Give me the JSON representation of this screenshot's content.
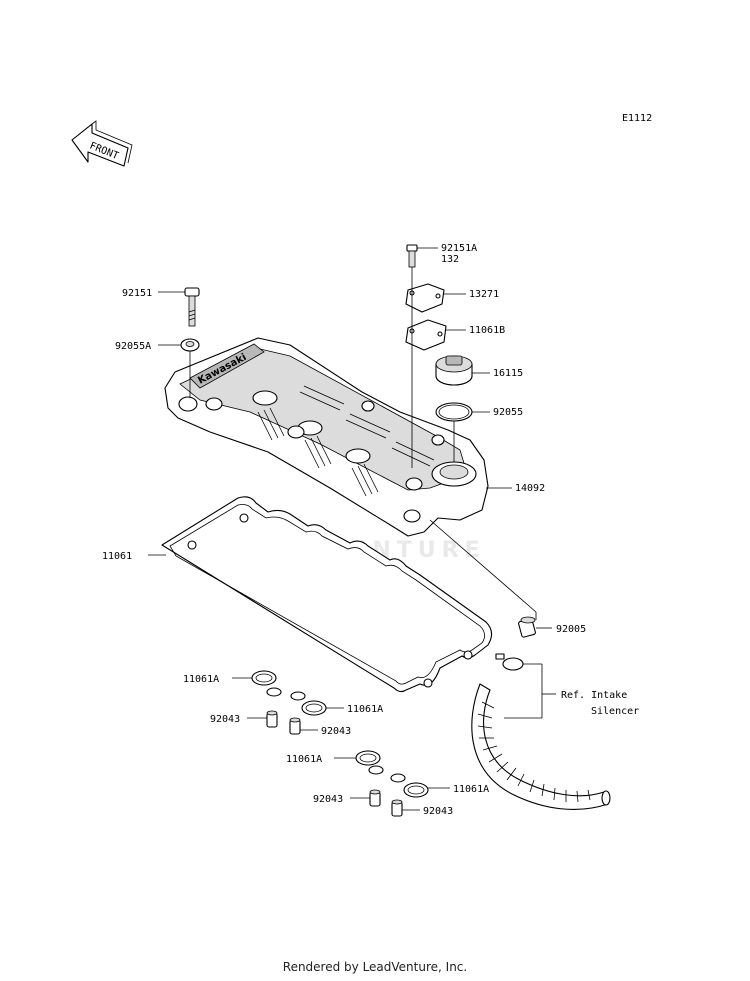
{
  "diagram_code": "E1112",
  "front_label": "FRONT",
  "watermark": "LEADVENTURE",
  "brand_text": "Kawasaki",
  "footer": "Rendered by LeadVenture, Inc.",
  "parts": {
    "p92151A": "92151A",
    "p132": "132",
    "p13271": "13271",
    "p11061B": "11061B",
    "p16115": "16115",
    "p92055": "92055",
    "p14092": "14092",
    "p92151": "92151",
    "p92055A": "92055A",
    "p11061": "11061",
    "p92005": "92005",
    "ref_line1": "Ref. Intake",
    "ref_line2": "Silencer",
    "p11061A_1": "11061A",
    "p92043_1": "92043",
    "p11061A_2": "11061A",
    "p92043_2": "92043",
    "p11061A_3": "11061A",
    "p92043_3": "92043",
    "p11061A_4": "11061A",
    "p92043_4": "92043"
  }
}
